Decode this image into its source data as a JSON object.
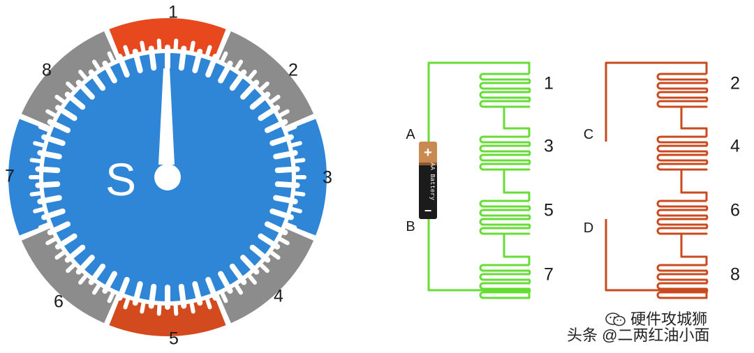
{
  "motor": {
    "rotor_letter": "S",
    "pole_labels": [
      "1",
      "2",
      "3",
      "4",
      "5",
      "6",
      "7",
      "8"
    ],
    "colors": {
      "rotor": "#2f86d6",
      "active_pole": "#e8481e",
      "passive_pole": "#d44a1f",
      "idle_pole": "#8c8c8c",
      "lit_pole": "#2f86d6"
    }
  },
  "circuit_ab": {
    "terminals": [
      "A",
      "B"
    ],
    "coil_labels": [
      "1",
      "3",
      "5",
      "7"
    ],
    "battery": {
      "text": "AA Battery",
      "plus": "+",
      "minus": "−"
    },
    "wire_color": "#66dd33"
  },
  "circuit_cd": {
    "terminals": [
      "C",
      "D"
    ],
    "coil_labels": [
      "2",
      "4",
      "6",
      "8"
    ],
    "wire_color": "#c94a1e"
  },
  "watermark": {
    "brand": "硬件攻城狮",
    "source": "头条 @二两红油小面"
  }
}
